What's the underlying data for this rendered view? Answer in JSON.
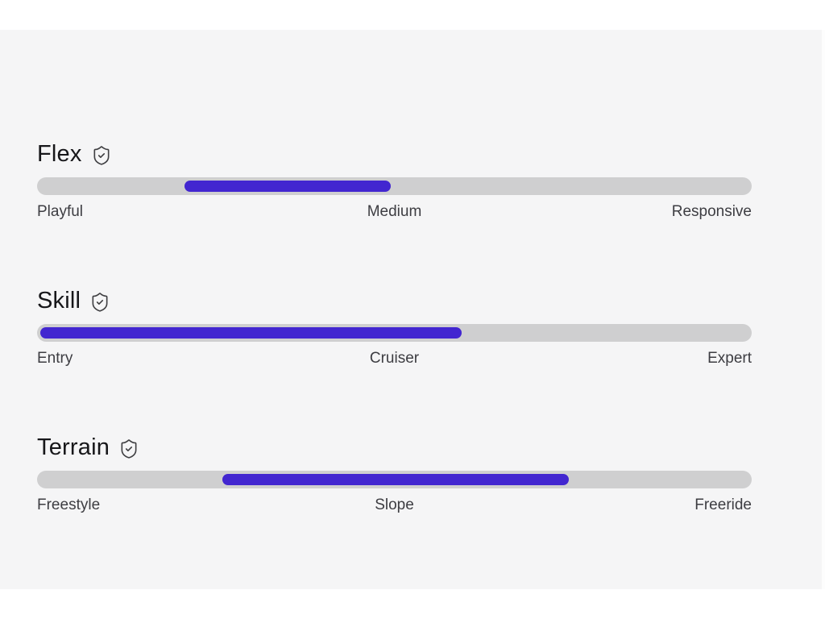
{
  "page": {
    "background": "#ffffff",
    "panel_background": "#f5f5f6"
  },
  "colors": {
    "track": "#cfcfd0",
    "fill": "#4226d0",
    "heading_text": "#17171a",
    "label_text": "#3d3d42",
    "icon_stroke": "#3f3f42"
  },
  "sliders": [
    {
      "name": "Flex",
      "icon": "shield-check-icon",
      "labels": [
        "Playful",
        "Medium",
        "Responsive"
      ],
      "fill_start_pct": 20.6,
      "fill_width_pct": 28.9,
      "fill_style": "left:20.6%;width:28.9%"
    },
    {
      "name": "Skill",
      "icon": "shield-check-icon",
      "labels": [
        "Entry",
        "Cruiser",
        "Expert"
      ],
      "fill_start_pct": 0.5,
      "fill_width_pct": 58.9,
      "fill_style": "left:0.5%;width:58.9%"
    },
    {
      "name": "Terrain",
      "icon": "shield-check-icon",
      "labels": [
        "Freestyle",
        "Slope",
        "Freeride"
      ],
      "fill_start_pct": 25.9,
      "fill_width_pct": 48.5,
      "fill_style": "left:25.9%;width:48.5%"
    }
  ]
}
